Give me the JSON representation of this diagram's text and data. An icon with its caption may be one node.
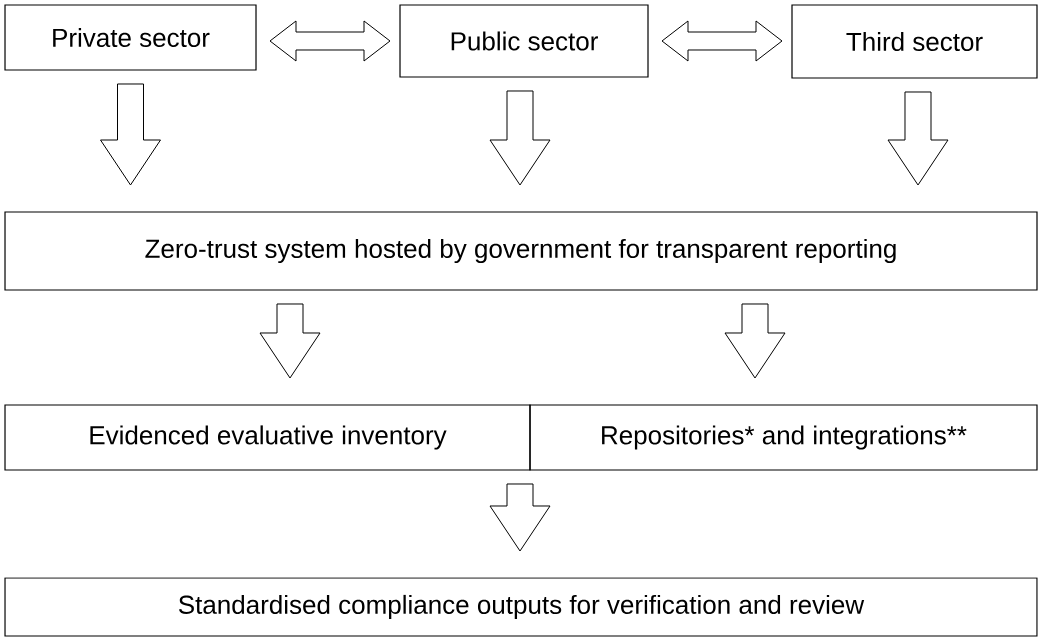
{
  "diagram": {
    "nodes": [
      {
        "text": [
          "Private sector"
        ]
      },
      {
        "text": [
          "Public sector"
        ]
      },
      {
        "text": [
          "Third sector"
        ]
      },
      {
        "text": [
          "Zero-trust system hosted by government for transparent reporting"
        ]
      },
      {
        "text": [
          "Evidenced evaluative inventory"
        ]
      },
      {
        "text": [
          "Repositories* and integrations**"
        ]
      },
      {
        "text": [
          "Standardised compliance outputs for verification and review"
        ]
      }
    ],
    "edges": [
      {
        "from": 0,
        "to": 1,
        "arrow": "both"
      },
      {
        "from": 1,
        "to": 2,
        "arrow": "both"
      },
      {
        "from": 0,
        "to": 3,
        "arrow": "to"
      },
      {
        "from": 1,
        "to": 3,
        "arrow": "to"
      },
      {
        "from": 2,
        "to": 3,
        "arrow": "to"
      },
      {
        "from": 3,
        "to": 4,
        "arrow": "to"
      },
      {
        "from": 3,
        "to": 5,
        "arrow": "to"
      },
      {
        "from": 4,
        "to": 6,
        "arrow": "to"
      },
      {
        "from": 5,
        "to": 6,
        "arrow": "to"
      }
    ]
  }
}
